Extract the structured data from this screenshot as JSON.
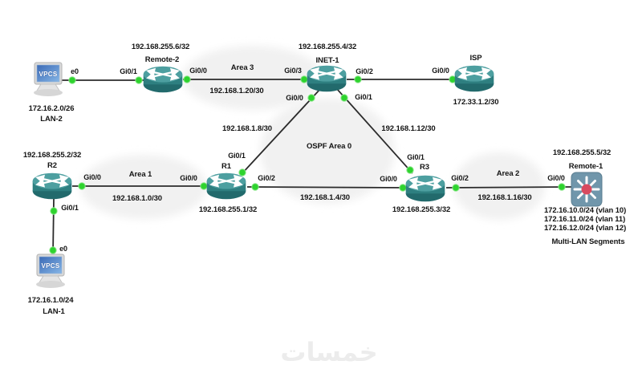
{
  "diagram": {
    "watermark": "خمسات",
    "areas": {
      "area3": "Area 3",
      "area1": "Area 1",
      "area2": "Area 2",
      "area0": "OSPF Area 0"
    },
    "devices": {
      "remote2": {
        "name": "Remote-2",
        "loopback": "192.168.255.6/32"
      },
      "inet1": {
        "name": "INET-1",
        "loopback": "192.168.255.4/32"
      },
      "isp": {
        "name": "ISP"
      },
      "r2": {
        "name": "R2",
        "loopback": "192.168.255.2/32"
      },
      "r1": {
        "name": "R1",
        "loopback": "192.168.255.1/32"
      },
      "r3": {
        "name": "R3",
        "loopback": "192.168.255.3/32"
      },
      "remote1": {
        "name": "Remote-1",
        "loopback": "192.168.255.5/32",
        "vlans": [
          "172.16.10.0/24 (vlan 10)",
          "172.16.11.0/24 (vlan 11)",
          "172.16.12.0/24 (vlan 12)"
        ],
        "caption": "Multi-LAN Segments"
      },
      "vpcs2": {
        "device": "VPCS",
        "subnet": "172.16.2.0/26",
        "name": "LAN-2"
      },
      "vpcs1": {
        "device": "VPCS",
        "subnet": "172.16.1.0/24",
        "name": "LAN-1"
      }
    },
    "networks": {
      "area3_link": "192.168.1.20/30",
      "area1_link": "192.168.1.0/30",
      "area2_link": "192.168.1.16/30",
      "inet1_r1": "192.168.1.8/30",
      "inet1_r3": "192.168.1.12/30",
      "r1_r3": "192.168.1.4/30",
      "isp_link": "172.33.1.2/30"
    },
    "ports": {
      "vpcs2_e0": "e0",
      "remote2_gi0_1": "Gi0/1",
      "remote2_gi0_0": "Gi0/0",
      "inet1_gi0_3": "Gi0/3",
      "inet1_gi0_2": "Gi0/2",
      "inet1_gi0_0": "Gi0/0",
      "inet1_gi0_1": "Gi0/1",
      "isp_gi0_0": "Gi0/0",
      "r2_gi0_0": "Gi0/0",
      "r2_gi0_1": "Gi0/1",
      "r1_gi0_0": "Gi0/0",
      "r1_gi0_1": "Gi0/1",
      "r1_gi0_2": "Gi0/2",
      "r3_gi0_0": "Gi0/0",
      "r3_gi0_1": "Gi0/1",
      "r3_gi0_2": "Gi0/2",
      "remote1_gi0_0": "Gi0/0",
      "vpcs1_e0": "e0"
    },
    "colors": {
      "router_body": "#2e7f80",
      "router_top": "#4d9fa0",
      "switch_body": "#7096ab",
      "switch_center": "#d84a5f",
      "link_dot": "#2ed32e",
      "area_fill": "#f1f1f1"
    }
  }
}
